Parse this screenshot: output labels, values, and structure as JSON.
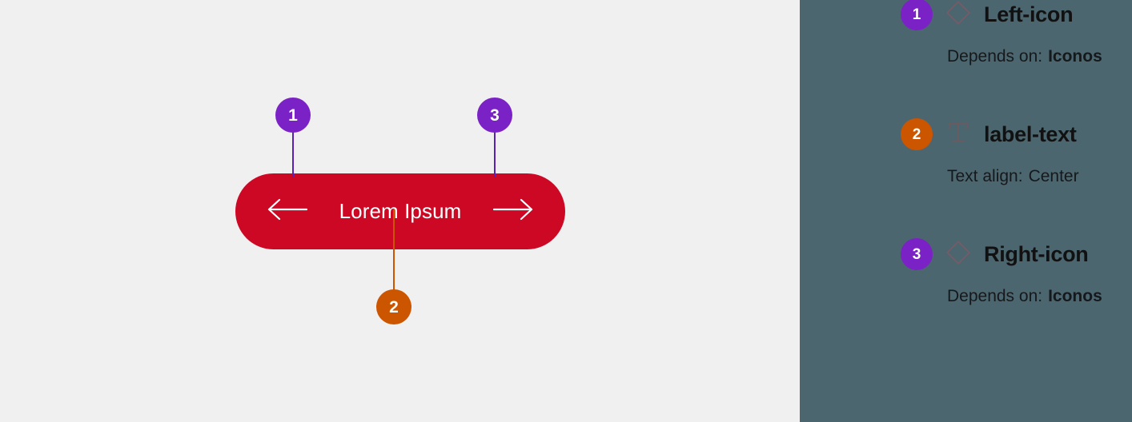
{
  "colors": {
    "canvas_bg": "#F0F0F0",
    "panel_bg": "#4C6670",
    "button_fill": "#CC0824",
    "button_text": "#FFFFFF",
    "badge_purple": "#7B22C6",
    "badge_orange": "#CC5500",
    "icon_outline": "#7A5A64",
    "panel_text": "#111111"
  },
  "canvas": {
    "button": {
      "label": "Lorem Ipsum",
      "left_icon": "arrow-left-icon",
      "right_icon": "arrow-right-icon",
      "shape": "pill"
    },
    "callouts": [
      {
        "number": "1",
        "color": "#7B22C6"
      },
      {
        "number": "2",
        "color": "#CC5500"
      },
      {
        "number": "3",
        "color": "#7B22C6"
      }
    ]
  },
  "inspector": {
    "items": [
      {
        "number": "1",
        "badge_color": "#7B22C6",
        "icon": "diamond-icon",
        "title": "Left-icon",
        "property_key": "Depends on:",
        "property_value": "Iconos",
        "property_bold": true
      },
      {
        "number": "2",
        "badge_color": "#CC5500",
        "icon": "text-t-icon",
        "title": "label-text",
        "property_key": "Text align:",
        "property_value": "Center",
        "property_bold": false
      },
      {
        "number": "3",
        "badge_color": "#7B22C6",
        "icon": "diamond-icon",
        "title": "Right-icon",
        "property_key": "Depends on:",
        "property_value": "Iconos",
        "property_bold": true
      }
    ]
  }
}
